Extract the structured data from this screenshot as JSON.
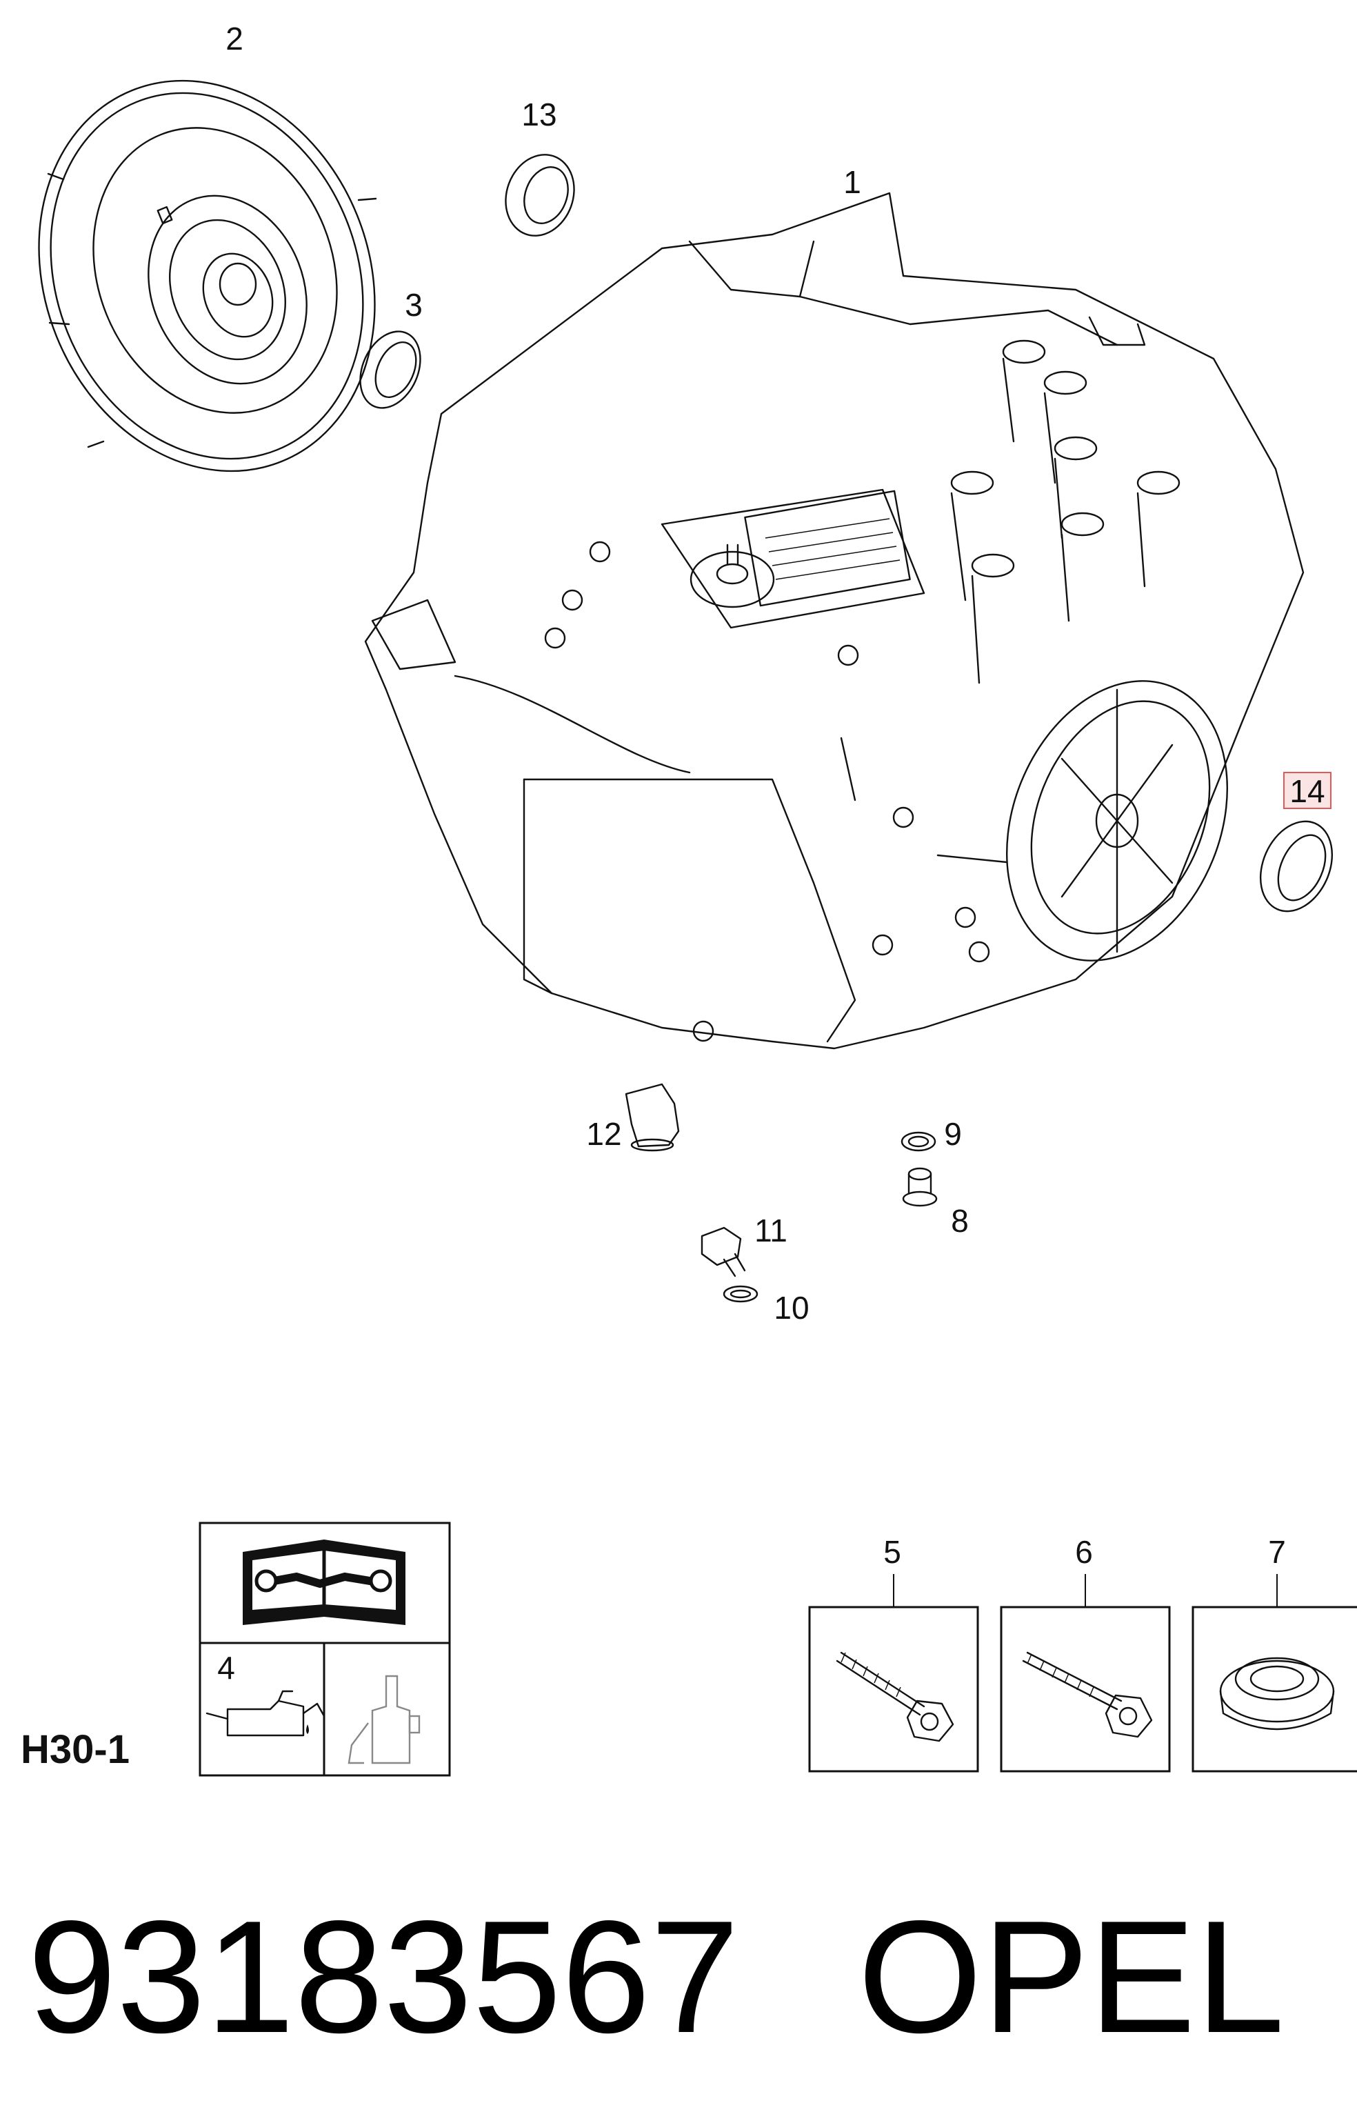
{
  "callouts": {
    "c1": "1",
    "c2": "2",
    "c3": "3",
    "c4": "4",
    "c5": "5",
    "c6": "6",
    "c7": "7",
    "c8": "8",
    "c9": "9",
    "c10": "10",
    "c11": "11",
    "c12": "12",
    "c13": "13",
    "c14": "14"
  },
  "diagram_code": "H30-1",
  "footer": {
    "part_number": "93183567",
    "brand": "OPEL"
  },
  "icons": {
    "manual": "service-manual-wrench-icon",
    "oil": "oil-can-icon",
    "sealant": "sealant-bottle-icon"
  },
  "colors": {
    "line": "#111111",
    "highlight_fill": "#fbe4e4",
    "highlight_stroke": "#e05a5a"
  }
}
